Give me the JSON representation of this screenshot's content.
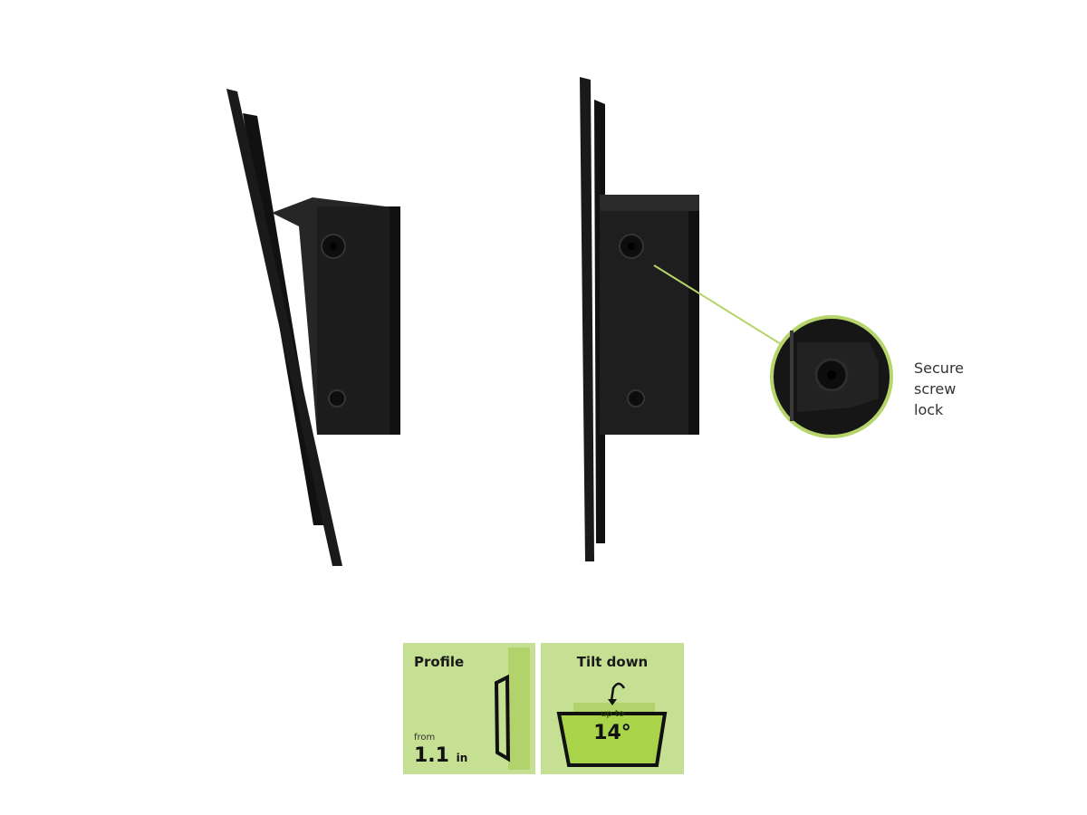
{
  "callout": {
    "lines": [
      "Secure",
      "screw",
      "lock"
    ]
  },
  "badges": {
    "profile": {
      "title": "Profile",
      "from_label": "from",
      "value": "1.1",
      "unit": "in"
    },
    "tilt": {
      "title": "Tilt down",
      "up_to_label": "up to",
      "value": "14°"
    }
  },
  "colors": {
    "accent_green": "#b5d56a",
    "badge_bg": "#c6e093",
    "mount": "#1c1c1c"
  }
}
